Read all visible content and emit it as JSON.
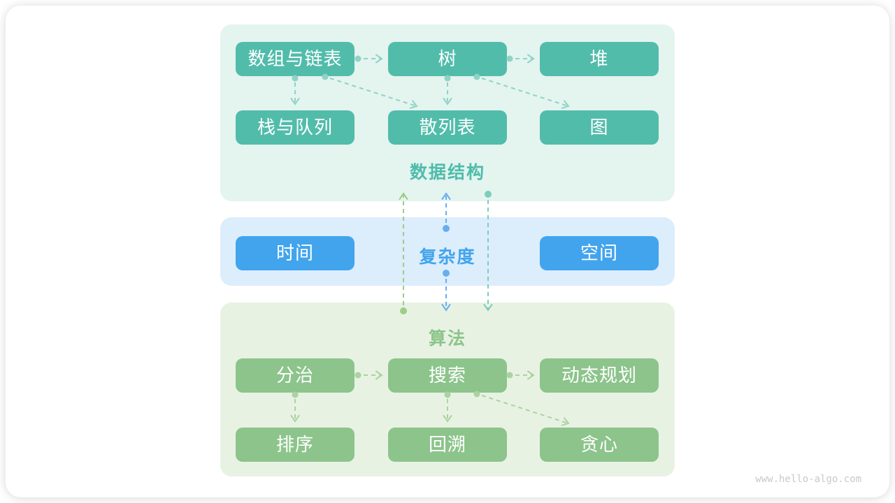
{
  "watermark": "www.hello-algo.com",
  "diagram": {
    "sections": [
      {
        "id": "data-structures",
        "label": "数据结构",
        "panel_color": "#E4F4EF",
        "box_color": "#52BCAB",
        "label_color": "#4FBCAB",
        "rows": [
          [
            "数组与链表",
            "树",
            "堆"
          ],
          [
            "栈与队列",
            "散列表",
            "图"
          ]
        ]
      },
      {
        "id": "complexity",
        "label": "复杂度",
        "panel_color": "#DCEDFC",
        "box_color": "#42A4ED",
        "label_color": "#42A4ED",
        "rows": [
          [
            "时间",
            "空间"
          ]
        ]
      },
      {
        "id": "algorithms",
        "label": "算法",
        "panel_color": "#E8F2E3",
        "box_color": "#8CC48B",
        "label_color": "#8BC48A",
        "rows": [
          [
            "分治",
            "搜索",
            "动态规划"
          ],
          [
            "排序",
            "回溯",
            "贪心"
          ]
        ]
      }
    ],
    "arrows": {
      "arrow_color_data_structures": "#8FD3C7",
      "arrow_color_algorithms": "#A9D3A0",
      "arrow_color_complexity": "#66AEF0",
      "arrow_color_up_link": "#9FCC86",
      "arrow_color_down_link": "#7ECDBB",
      "data_structures": [
        "数组与链表 → 树",
        "树 → 堆",
        "数组与链表 → 栈与队列",
        "树 → 散列表",
        "数组与链表 → 散列表",
        "树 → 图"
      ],
      "algorithms": [
        "分治 → 搜索",
        "搜索 → 动态规划",
        "分治 → 排序",
        "搜索 → 回溯",
        "搜索 → 贪心"
      ],
      "cross_section": [
        "算法 → 数据结构",
        "复杂度 → 数据结构",
        "复杂度 → 算法",
        "数据结构 → 算法"
      ]
    }
  }
}
